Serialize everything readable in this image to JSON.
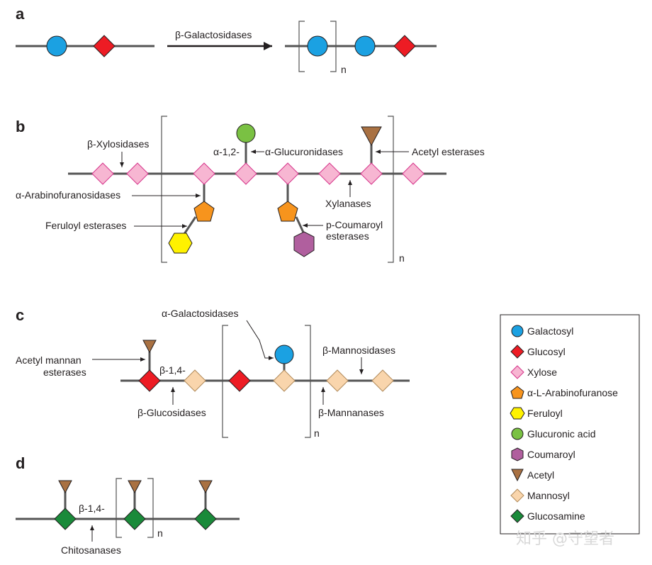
{
  "panels": {
    "a": {
      "label": "a",
      "enzyme": "β-Galactosidases",
      "repeat": "n"
    },
    "b": {
      "label": "b",
      "enzymes": {
        "xylosidases": "β-Xylosidases",
        "linkage": "α-1,2-",
        "glucuronidases": "α-Glucuronidases",
        "acetyl_esterases": "Acetyl esterases",
        "arabinofuranosidases": "α-Arabinofuranosidases",
        "xylanases": "Xylanases",
        "feruloyl_esterases": "Feruloyl esterases",
        "coumaroyl_esterases_1": "p-Coumaroyl",
        "coumaroyl_esterases_2": "esterases"
      },
      "repeat": "n"
    },
    "c": {
      "label": "c",
      "enzymes": {
        "galactosidases": "α-Galactosidases",
        "acetyl_mannan_1": "Acetyl mannan",
        "acetyl_mannan_2": "esterases",
        "linkage": "β-1,4-",
        "mannosidases": "β-Mannosidases",
        "glucosidases": "β-Glucosidases",
        "mannanases": "β-Mannanases"
      },
      "repeat": "n"
    },
    "d": {
      "label": "d",
      "enzymes": {
        "linkage": "β-1,4-",
        "chitosanases": "Chitosanases"
      },
      "repeat": "n"
    }
  },
  "legend": [
    {
      "label": "Galactosyl",
      "shape": "circle",
      "color": "#1ba1e2"
    },
    {
      "label": "Glucosyl",
      "shape": "diamond",
      "color": "#ed1c24"
    },
    {
      "label": "Xylose",
      "shape": "diamond",
      "color": "#f7b6d2"
    },
    {
      "label": "α-L-Arabinofuranose",
      "shape": "pentagon",
      "color": "#f7941d"
    },
    {
      "label": "Feruloyl",
      "shape": "hexagon",
      "color": "#fff200"
    },
    {
      "label": "Glucuronic acid",
      "shape": "circle",
      "color": "#7ac143"
    },
    {
      "label": "Coumaroyl",
      "shape": "coumaroyl",
      "color": "#b05f9e"
    },
    {
      "label": "Acetyl",
      "shape": "triangle",
      "color": "#a97142"
    },
    {
      "label": "Mannosyl",
      "shape": "diamond",
      "color": "#f9d5ac"
    },
    {
      "label": "Glucosamine",
      "shape": "diamond",
      "color": "#1a8a3a"
    }
  ],
  "watermark": "知乎 @守望者"
}
